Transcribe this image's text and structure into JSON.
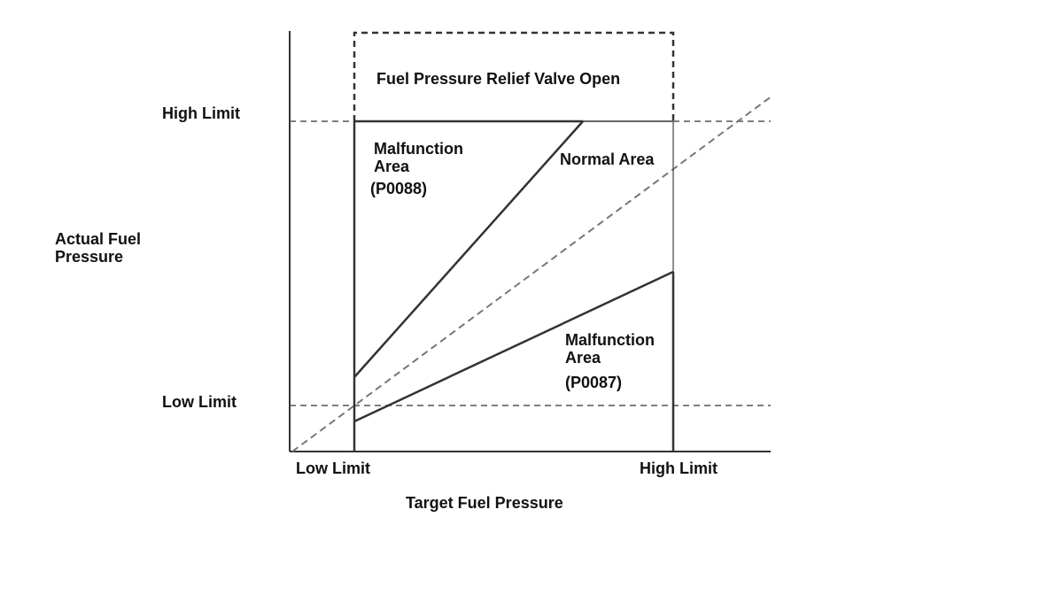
{
  "y_axis": {
    "title_lines": [
      "Actual Fuel",
      "Pressure"
    ],
    "high_label": "High Limit",
    "low_label": "Low Limit"
  },
  "x_axis": {
    "title": "Target Fuel Pressure",
    "low_label": "Low Limit",
    "high_label": "High Limit"
  },
  "regions": {
    "relief_valve": "Fuel Pressure Relief Valve Open",
    "normal": "Normal Area",
    "malfunction_upper": {
      "lines": [
        "Malfunction",
        "Area"
      ],
      "code": "(P0088)"
    },
    "malfunction_lower": {
      "lines": [
        "Malfunction",
        "Area"
      ],
      "code": "(P0087)"
    }
  },
  "colors": {
    "solid_line": "#333333",
    "dashed_line": "#555555",
    "diagonal_line": "#777777",
    "text": "#111111"
  }
}
